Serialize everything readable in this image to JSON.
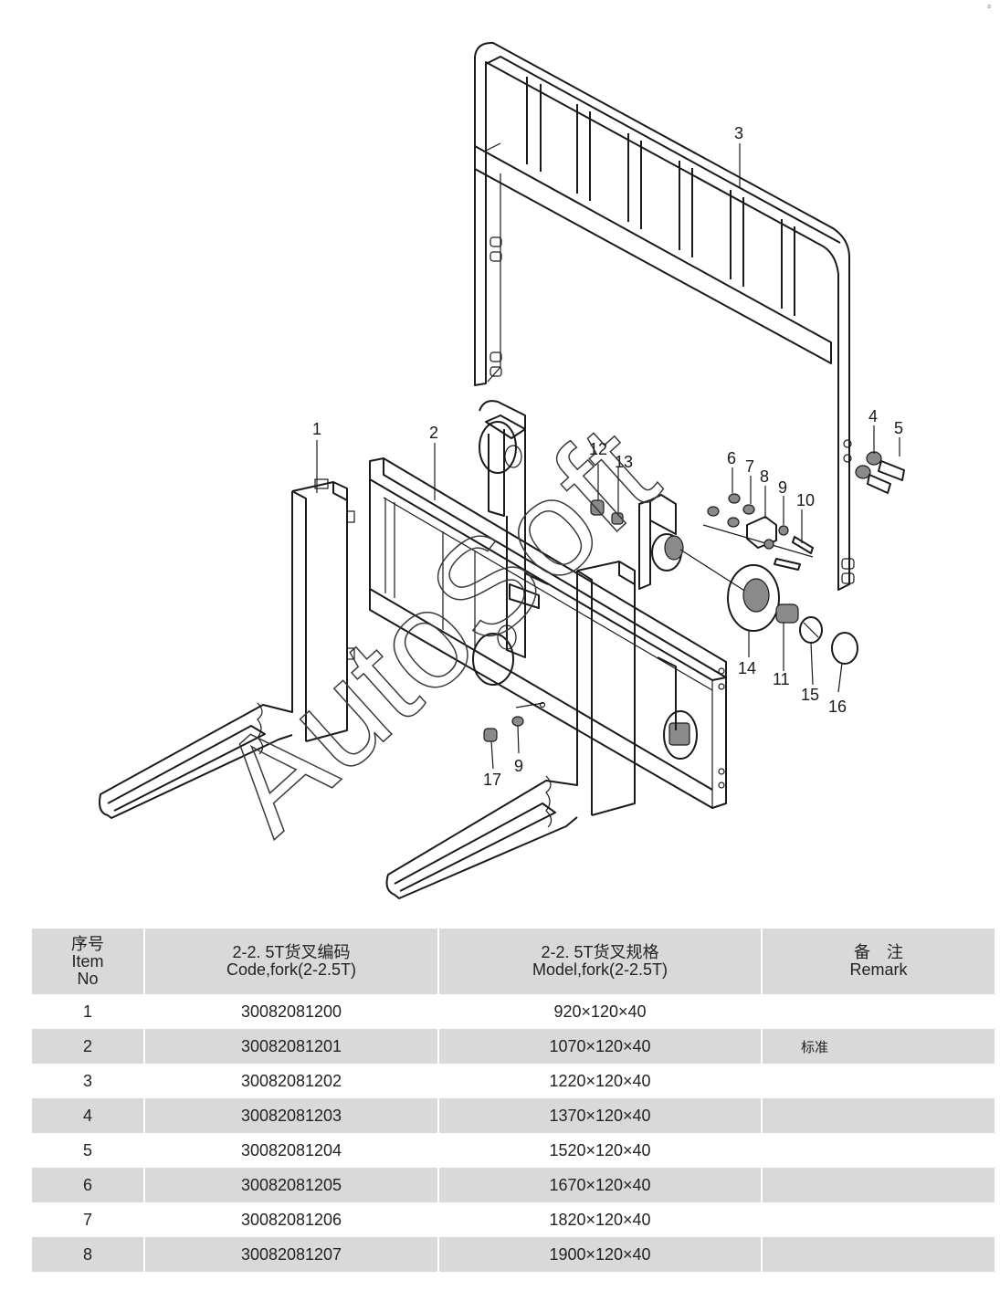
{
  "corner_mark": "a",
  "watermark": "AutoSoft",
  "callouts": [
    "1",
    "2",
    "3",
    "4",
    "5",
    "6",
    "7",
    "8",
    "9",
    "10",
    "11",
    "12",
    "13",
    "14",
    "15",
    "16",
    "17",
    "9"
  ],
  "table": {
    "headers": [
      {
        "zh": "序号",
        "en1": "Item",
        "en2": "No"
      },
      {
        "zh": "2-2. 5T货叉编码",
        "en1": "Code,fork(2-2.5T)"
      },
      {
        "zh": "2-2. 5T货叉规格",
        "en1": "Model,fork(2-2.5T)"
      },
      {
        "zh": "备　注",
        "en1": "Remark"
      }
    ],
    "rows": [
      {
        "no": "1",
        "code": "30082081200",
        "model": "920×120×40",
        "remark": ""
      },
      {
        "no": "2",
        "code": "30082081201",
        "model": "1070×120×40",
        "remark": "标准"
      },
      {
        "no": "3",
        "code": "30082081202",
        "model": "1220×120×40",
        "remark": ""
      },
      {
        "no": "4",
        "code": "30082081203",
        "model": "1370×120×40",
        "remark": ""
      },
      {
        "no": "5",
        "code": "30082081204",
        "model": "1520×120×40",
        "remark": ""
      },
      {
        "no": "6",
        "code": "30082081205",
        "model": "1670×120×40",
        "remark": ""
      },
      {
        "no": "7",
        "code": "30082081206",
        "model": "1820×120×40",
        "remark": ""
      },
      {
        "no": "8",
        "code": "30082081207",
        "model": "1900×120×40",
        "remark": ""
      }
    ]
  }
}
